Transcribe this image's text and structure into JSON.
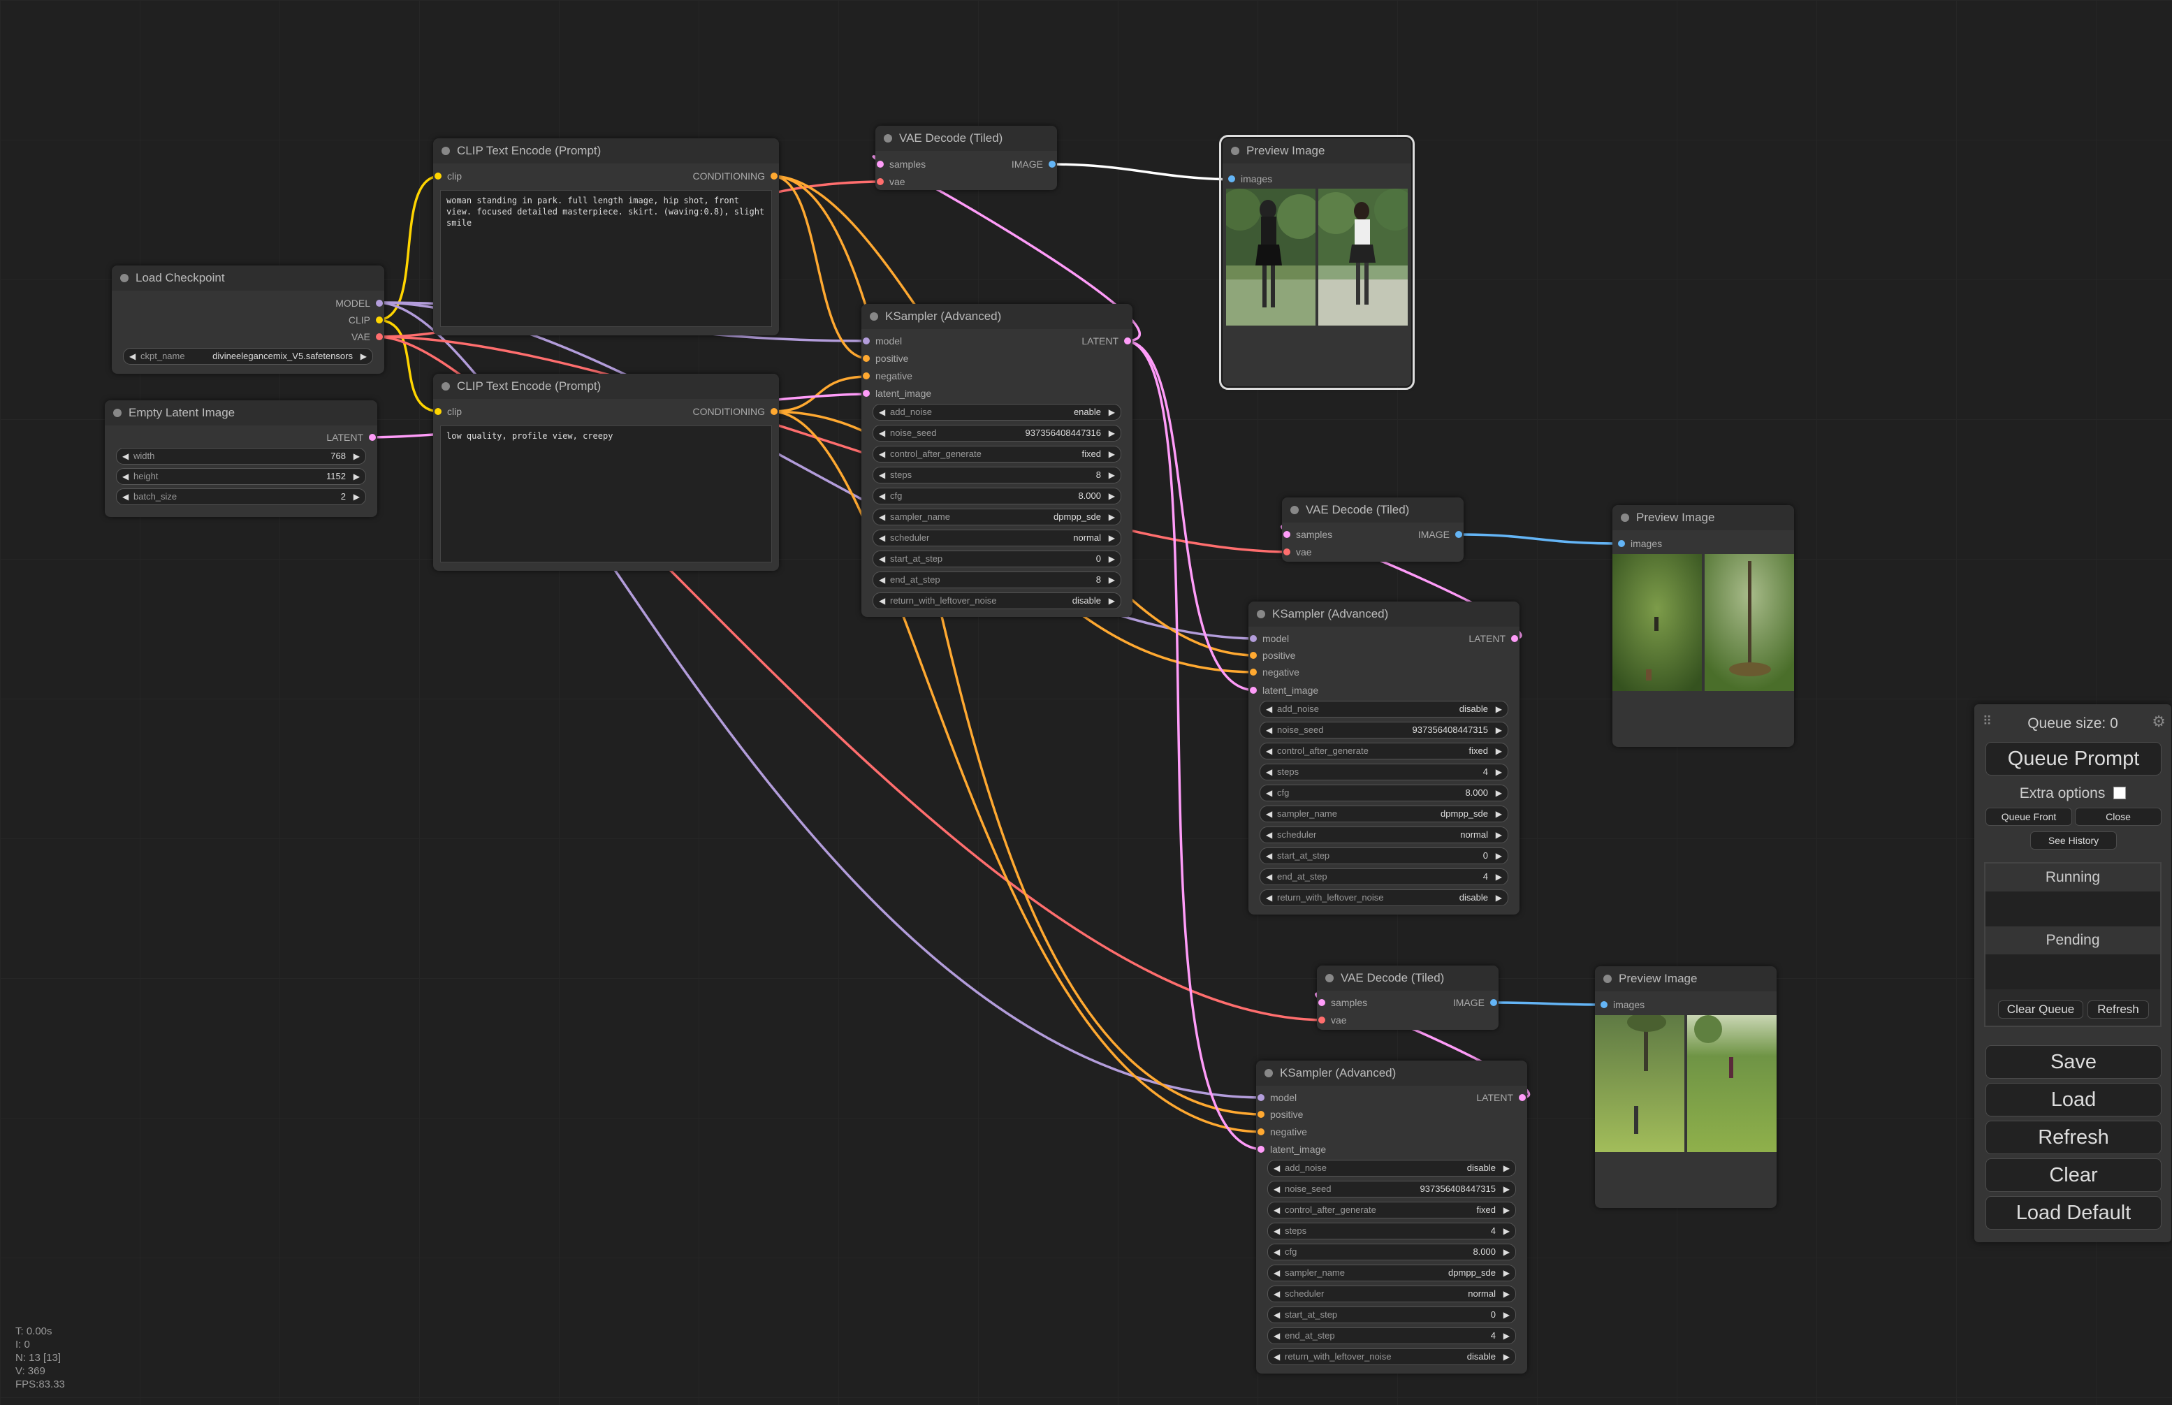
{
  "nodes": {
    "load_checkpoint": {
      "title": "Load Checkpoint",
      "outputs": [
        "MODEL",
        "CLIP",
        "VAE"
      ],
      "ckpt_label": "ckpt_name",
      "ckpt_value": "divineelegancemix_V5.safetensors"
    },
    "empty_latent": {
      "title": "Empty Latent Image",
      "output": "LATENT",
      "widgets": [
        {
          "label": "width",
          "value": "768"
        },
        {
          "label": "height",
          "value": "1152"
        },
        {
          "label": "batch_size",
          "value": "2"
        }
      ]
    },
    "clip_pos": {
      "title": "CLIP Text Encode (Prompt)",
      "input": "clip",
      "output": "CONDITIONING",
      "text": "woman standing in park. full length image, hip shot, front view. focused detailed masterpiece. skirt. (waving:0.8), slight smile"
    },
    "clip_neg": {
      "title": "CLIP Text Encode (Prompt)",
      "input": "clip",
      "output": "CONDITIONING",
      "text": "low quality, profile view, creepy"
    },
    "vae1": {
      "title": "VAE Decode (Tiled)",
      "inputs": [
        "samples",
        "vae"
      ],
      "output": "IMAGE"
    },
    "vae2": {
      "title": "VAE Decode (Tiled)",
      "inputs": [
        "samples",
        "vae"
      ],
      "output": "IMAGE"
    },
    "vae3": {
      "title": "VAE Decode (Tiled)",
      "inputs": [
        "samples",
        "vae"
      ],
      "output": "IMAGE"
    },
    "preview1": {
      "title": "Preview Image",
      "input": "images"
    },
    "preview2": {
      "title": "Preview Image",
      "input": "images"
    },
    "preview3": {
      "title": "Preview Image",
      "input": "images"
    },
    "ks1": {
      "title": "KSampler (Advanced)",
      "inputs": [
        "model",
        "positive",
        "negative",
        "latent_image"
      ],
      "output": "LATENT",
      "widgets": [
        {
          "label": "add_noise",
          "value": "enable"
        },
        {
          "label": "noise_seed",
          "value": "937356408447316"
        },
        {
          "label": "control_after_generate",
          "value": "fixed"
        },
        {
          "label": "steps",
          "value": "8"
        },
        {
          "label": "cfg",
          "value": "8.000"
        },
        {
          "label": "sampler_name",
          "value": "dpmpp_sde"
        },
        {
          "label": "scheduler",
          "value": "normal"
        },
        {
          "label": "start_at_step",
          "value": "0"
        },
        {
          "label": "end_at_step",
          "value": "8"
        },
        {
          "label": "return_with_leftover_noise",
          "value": "disable"
        }
      ]
    },
    "ks2": {
      "title": "KSampler (Advanced)",
      "inputs": [
        "model",
        "positive",
        "negative",
        "latent_image"
      ],
      "output": "LATENT",
      "widgets": [
        {
          "label": "add_noise",
          "value": "disable"
        },
        {
          "label": "noise_seed",
          "value": "937356408447315"
        },
        {
          "label": "control_after_generate",
          "value": "fixed"
        },
        {
          "label": "steps",
          "value": "4"
        },
        {
          "label": "cfg",
          "value": "8.000"
        },
        {
          "label": "sampler_name",
          "value": "dpmpp_sde"
        },
        {
          "label": "scheduler",
          "value": "normal"
        },
        {
          "label": "start_at_step",
          "value": "0"
        },
        {
          "label": "end_at_step",
          "value": "4"
        },
        {
          "label": "return_with_leftover_noise",
          "value": "disable"
        }
      ]
    },
    "ks3": {
      "title": "KSampler (Advanced)",
      "inputs": [
        "model",
        "positive",
        "negative",
        "latent_image"
      ],
      "output": "LATENT",
      "widgets": [
        {
          "label": "add_noise",
          "value": "disable"
        },
        {
          "label": "noise_seed",
          "value": "937356408447315"
        },
        {
          "label": "control_after_generate",
          "value": "fixed"
        },
        {
          "label": "steps",
          "value": "4"
        },
        {
          "label": "cfg",
          "value": "8.000"
        },
        {
          "label": "sampler_name",
          "value": "dpmpp_sde"
        },
        {
          "label": "scheduler",
          "value": "normal"
        },
        {
          "label": "start_at_step",
          "value": "0"
        },
        {
          "label": "end_at_step",
          "value": "4"
        },
        {
          "label": "return_with_leftover_noise",
          "value": "disable"
        }
      ]
    }
  },
  "menu": {
    "queue_size": "Queue size: 0",
    "queue_prompt": "Queue Prompt",
    "extra_options": "Extra options",
    "queue_front": "Queue Front",
    "close": "Close",
    "see_history": "See History",
    "running": "Running",
    "pending": "Pending",
    "clear_queue": "Clear Queue",
    "refresh_small": "Refresh",
    "save": "Save",
    "load": "Load",
    "refresh": "Refresh",
    "clear": "Clear",
    "load_default": "Load Default"
  },
  "stats": [
    "T: 0.00s",
    "I: 0",
    "N: 13 [13]",
    "V: 369",
    "FPS:83.33"
  ],
  "colors": {
    "model": "#b39ddb",
    "clip": "#ffd500",
    "vae": "#ff6e6e",
    "conditioning": "#ffa931",
    "latent": "#ff9cf9",
    "image": "#64b5f6",
    "image_selected": "#ffffff"
  }
}
